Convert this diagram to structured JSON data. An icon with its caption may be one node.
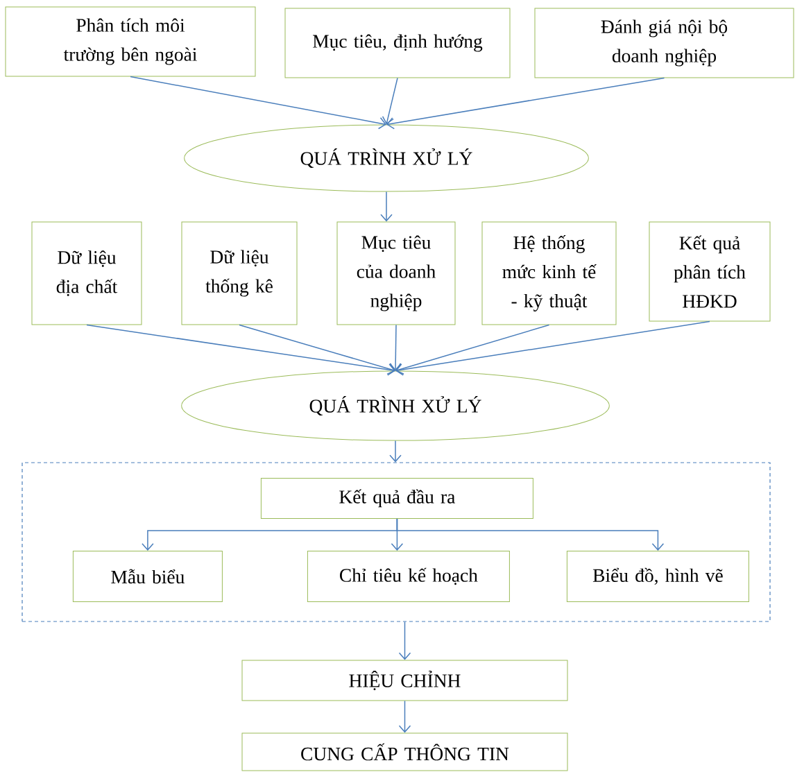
{
  "diagram": {
    "nodes": [
      {
        "text": [
          "Phân tích môi trường bên ngoài"
        ]
      },
      {
        "text": [
          "Mục tiêu, định hướng"
        ]
      },
      {
        "text": [
          "Đánh giá nội bộ doanh nghiệp"
        ]
      },
      {
        "text": [
          "QUÁ TRÌNH XỬ LÝ"
        ]
      },
      {
        "text": [
          "Dữ liệu địa chất"
        ]
      },
      {
        "text": [
          "Dữ liệu thống kê"
        ]
      },
      {
        "text": [
          "Mục tiêu của doanh nghiệp"
        ]
      },
      {
        "text": [
          "Hệ thống mức kinh tế - kỹ thuật"
        ]
      },
      {
        "text": [
          "Kết quả phân tích HĐKD"
        ]
      },
      {
        "text": [
          "QUÁ TRÌNH XỬ LÝ"
        ]
      },
      {
        "text": [],
        "shape": "box"
      },
      {
        "text": [
          "Kết quả đầu ra"
        ],
        "in": 10
      },
      {
        "text": [
          "Mẫu biểu"
        ],
        "in": 10
      },
      {
        "text": [
          "Chỉ tiêu kế hoạch"
        ],
        "in": 10
      },
      {
        "text": [
          "Biểu đồ, hình vẽ"
        ],
        "in": 10
      },
      {
        "text": [
          "HIỆU CHỈNH"
        ]
      },
      {
        "text": [
          "CUNG CẤP THÔNG TIN"
        ]
      }
    ],
    "edges": [
      {
        "from": 0,
        "to": 3,
        "arrow": "to"
      },
      {
        "from": 1,
        "to": 3,
        "arrow": "to"
      },
      {
        "from": 2,
        "to": 3,
        "arrow": "to"
      },
      {
        "from": 3,
        "to": 6,
        "arrow": "to"
      },
      {
        "from": 4,
        "to": 9,
        "arrow": "to"
      },
      {
        "from": 5,
        "to": 9,
        "arrow": "to"
      },
      {
        "from": 6,
        "to": 9,
        "arrow": "to"
      },
      {
        "from": 7,
        "to": 9,
        "arrow": "to"
      },
      {
        "from": 8,
        "to": 9,
        "arrow": "to"
      },
      {
        "from": 9,
        "to": 10,
        "arrow": "to"
      },
      {
        "from": 11,
        "to": 12,
        "arrow": "to"
      },
      {
        "from": 11,
        "to": 13,
        "arrow": "to"
      },
      {
        "from": 11,
        "to": 14,
        "arrow": "to"
      },
      {
        "from": 10,
        "to": 15,
        "arrow": "to"
      },
      {
        "from": 15,
        "to": 16,
        "arrow": "to"
      }
    ]
  }
}
